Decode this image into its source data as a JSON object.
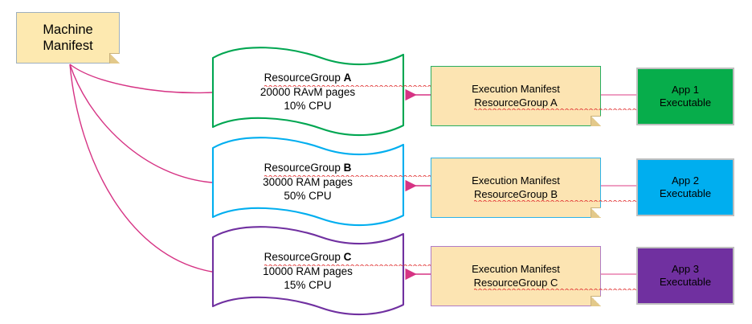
{
  "diagram": {
    "machine_manifest": {
      "line1": "Machine",
      "line2": "Manifest"
    },
    "resource_groups": [
      {
        "id": "a",
        "title_prefix": "ResourceGroup",
        "title_letter": "A",
        "memory": "20000 RAvM pages",
        "cpu": "10% CPU",
        "color": "#00a651"
      },
      {
        "id": "b",
        "title_prefix": "ResourceGroup",
        "title_letter": "B",
        "memory": "30000 RAM pages",
        "cpu": "50% CPU",
        "color": "#00aeef"
      },
      {
        "id": "c",
        "title_prefix": "ResourceGroup",
        "title_letter": "C",
        "memory": "10000 RAM pages",
        "cpu": "15% CPU",
        "color": "#7030a0"
      }
    ],
    "execution_manifests": [
      {
        "id": "a",
        "line1": "Execution Manifest",
        "line2": "ResourceGroup A",
        "border_color": "#27ae60"
      },
      {
        "id": "b",
        "line1": "Execution Manifest",
        "line2": "ResourceGroup B",
        "border_color": "#2cb3e8"
      },
      {
        "id": "c",
        "line1": "Execution Manifest",
        "line2": "ResourceGroup C",
        "border_color": "#b07cc6"
      }
    ],
    "apps": [
      {
        "id": "1",
        "line1": "App 1",
        "line2": "Executable",
        "fill": "#07ad4b"
      },
      {
        "id": "2",
        "line1": "App 2",
        "line2": "Executable",
        "fill": "#00aeef"
      },
      {
        "id": "3",
        "line1": "App 3",
        "line2": "Executable",
        "fill": "#7030a0"
      }
    ],
    "colors": {
      "connector": "#d63384",
      "note_fill": "#fde9b0",
      "note_border": "#9aa8b5",
      "spellcheck_underline": "#e03030",
      "app_border": "#bfbfbf"
    }
  }
}
